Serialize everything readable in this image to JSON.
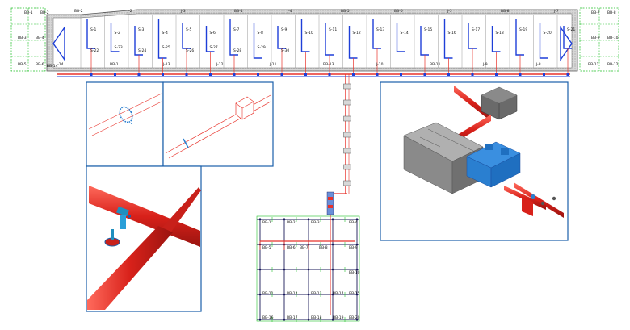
{
  "colors": {
    "wall": "#8a8a8a",
    "pipe_red": "#e8322a",
    "pipe_blue": "#1e3fd8",
    "panel_border": "#1a5faa",
    "grid_green": "#22c02a",
    "grid_dark": "#1a1a5a",
    "tank": "#9a9a9a",
    "pump": "#2a7fd0"
  },
  "plan": {
    "left_labels": [
      "BB-1",
      "BB-2",
      "BB-3",
      "BB-4",
      "BB-5",
      "BB-6",
      "BB-14"
    ],
    "right_labels": [
      "BB-7",
      "BB-8",
      "BB-9",
      "BB-10",
      "BB-11",
      "BB-12"
    ],
    "room_labels": [
      "S-1",
      "S-2",
      "S-3",
      "S-4",
      "S-5",
      "S-6",
      "S-7",
      "S-8",
      "S-9",
      "S-10",
      "S-11",
      "S-12",
      "S-13",
      "S-14",
      "S-15",
      "S-16",
      "S-17",
      "S-18",
      "S-19",
      "S-20",
      "S-21",
      "S-22",
      "S-23",
      "S-24",
      "S-25",
      "S-26",
      "S-27",
      "S-28",
      "S-29",
      "S-30"
    ],
    "top_labels": [
      "BB-2",
      "J-2",
      "J-3",
      "BB-4",
      "J-4",
      "BB-5",
      "BB-6",
      "J-5",
      "BB-8",
      "J-7"
    ],
    "bottom_labels": [
      "J-14",
      "BB-1",
      "J-13",
      "J-12",
      "J-11",
      "BB-13",
      "J-10",
      "BB-11",
      "J-9",
      "J-8"
    ]
  },
  "manifold_grid": {
    "labels": [
      "BB-1",
      "BB-2",
      "BB-3",
      "BB-4",
      "BB-5",
      "BB-6",
      "BB-7",
      "BB-8",
      "BB-9",
      "BB-10",
      "BB-11",
      "BB-12",
      "BB-13",
      "BB-14",
      "BB-15",
      "BB-16",
      "BB-17",
      "BB-18",
      "BB-19",
      "BB-20"
    ]
  }
}
